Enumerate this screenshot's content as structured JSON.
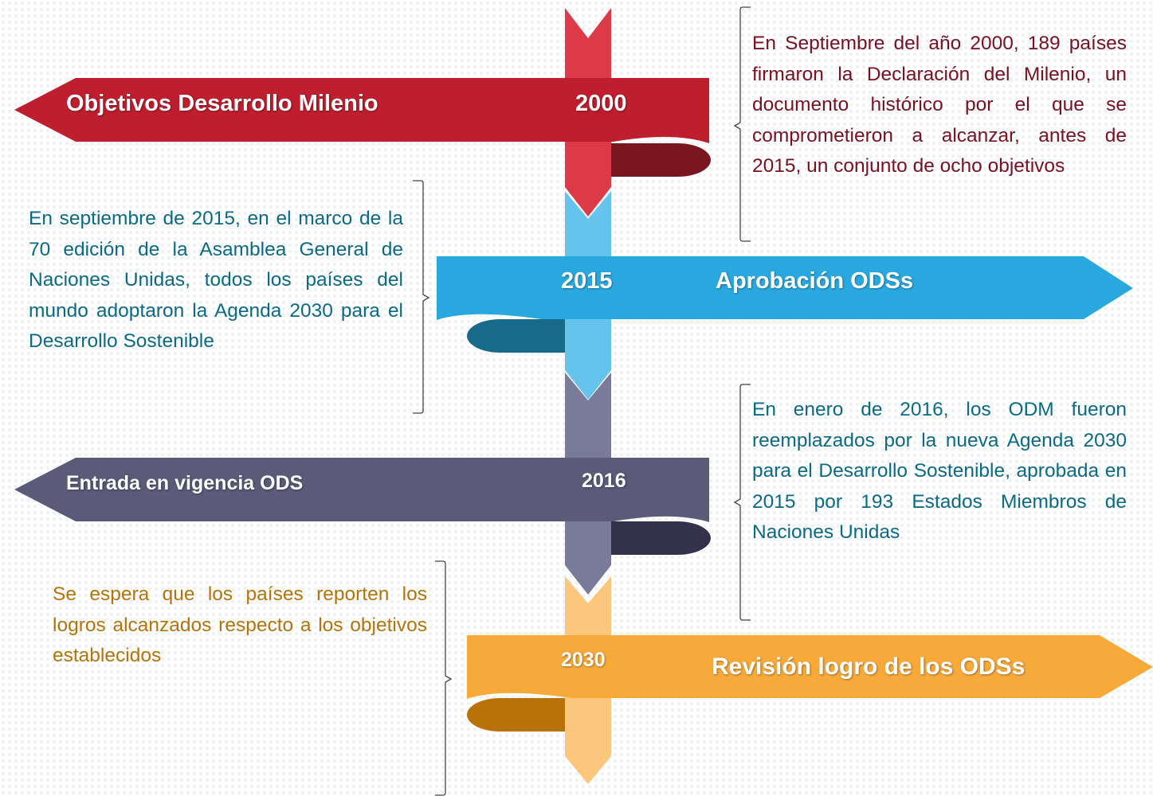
{
  "colors": {
    "red": "#be1e2d",
    "blue": "#29a8df",
    "slate": "#5b5a79",
    "orange": "#f7a93a",
    "text_red": "#7a1020",
    "text_blue": "#0b6a86",
    "text_orange": "#b5740a"
  },
  "milestones": [
    {
      "year": "2000",
      "label": "Objetivos Desarrollo Milenio",
      "description": "En Septiembre del año 2000, 189 países firmaron la Declaración del Milenio, un documento histórico por el que se comprometieron a alcanzar, antes de 2015, un conjunto de ocho objetivos"
    },
    {
      "year": "2015",
      "label": "Aprobación ODSs",
      "description": "En septiembre de 2015, en el marco de la 70 edición de la Asamblea General de Naciones Unidas, todos los países del mundo adoptaron la Agenda 2030 para el Desarrollo Sostenible"
    },
    {
      "year": "2016",
      "label": "Entrada en vigencia ODS",
      "description": "En enero de 2016, los ODM fueron reemplazados por la nueva Agenda 2030 para el Desarrollo Sostenible, aprobada en 2015 por 193 Estados Miembros de Naciones Unidas"
    },
    {
      "year": "2030",
      "label": "Revisión logro de los ODSs",
      "description": "Se espera que los países  reporten los logros alcanzados respecto a los objetivos establecidos"
    }
  ]
}
